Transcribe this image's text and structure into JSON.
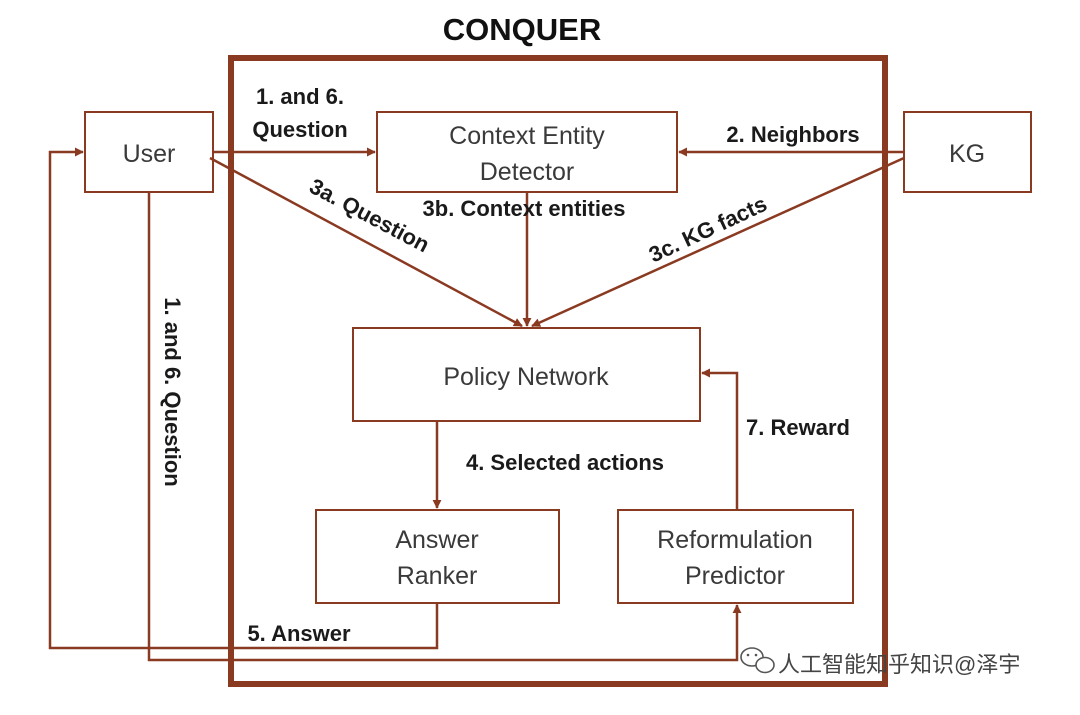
{
  "diagram": {
    "title": "CONQUER",
    "colors": {
      "stroke": "#8b3a22",
      "text": "#3a3a3a",
      "label_text": "#1a1a1a",
      "background": "#ffffff"
    },
    "nodes": {
      "user": {
        "label": "User"
      },
      "kg": {
        "label": "KG"
      },
      "context_entity_detector": {
        "line1": "Context Entity",
        "line2": "Detector"
      },
      "policy_network": {
        "label": "Policy Network"
      },
      "answer_ranker": {
        "line1": "Answer",
        "line2": "Ranker"
      },
      "reformulation_predictor": {
        "line1": "Reformulation",
        "line2": "Predictor"
      }
    },
    "edges": {
      "question_top": {
        "line1": "1. and 6.",
        "line2": "Question"
      },
      "neighbors": "2. Neighbors",
      "question_3a": "3a. Question",
      "context_entities_3b": "3b. Context entities",
      "kg_facts_3c": "3c. KG facts",
      "selected_actions": "4. Selected actions",
      "answer": "5. Answer",
      "reward": "7. Reward",
      "question_vertical": "1. and 6. Question"
    }
  },
  "watermark": {
    "icon": "wechat-icon",
    "text": "人工智能知乎知识@泽宇"
  }
}
